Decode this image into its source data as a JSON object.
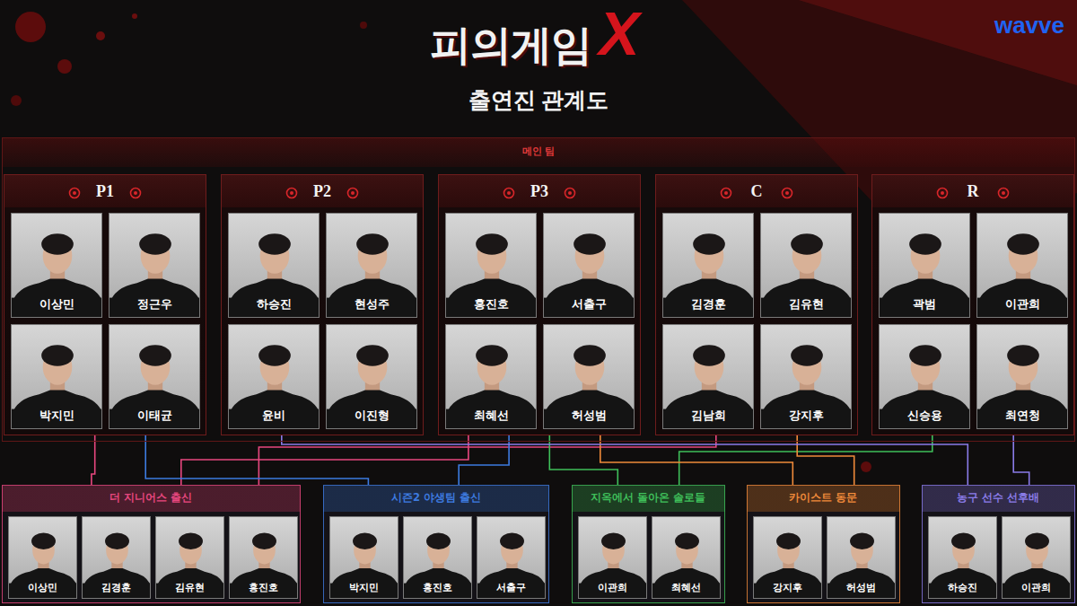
{
  "diagram": {
    "title": "피의게임",
    "nodes": [
      {
        "text": [
          "메인 팀"
        ]
      },
      {
        "text": [
          "P1"
        ],
        "in": 0
      },
      {
        "text": [
          "이상민"
        ],
        "in": 1
      },
      {
        "text": [
          "정근우"
        ],
        "in": 1
      },
      {
        "text": [
          "박지민"
        ],
        "in": 1
      },
      {
        "text": [
          "이태균"
        ],
        "in": 1
      },
      {
        "text": [
          "P2"
        ],
        "in": 0
      },
      {
        "text": [
          "하승진"
        ],
        "in": 6
      },
      {
        "text": [
          "현성주"
        ],
        "in": 6
      },
      {
        "text": [
          "윤비"
        ],
        "in": 6
      },
      {
        "text": [
          "이진형"
        ],
        "in": 6
      },
      {
        "text": [
          "P3"
        ],
        "in": 0
      },
      {
        "text": [
          "홍진호"
        ],
        "in": 11
      },
      {
        "text": [
          "서출구"
        ],
        "in": 11
      },
      {
        "text": [
          "최혜선"
        ],
        "in": 11
      },
      {
        "text": [
          "허성범"
        ],
        "in": 11
      },
      {
        "text": [
          "C"
        ],
        "in": 0
      },
      {
        "text": [
          "김경훈"
        ],
        "in": 16
      },
      {
        "text": [
          "김유현"
        ],
        "in": 16
      },
      {
        "text": [
          "김남희"
        ],
        "in": 16
      },
      {
        "text": [
          "강지후"
        ],
        "in": 16
      },
      {
        "text": [
          "R"
        ],
        "in": 0
      },
      {
        "text": [
          "곽범"
        ],
        "in": 21
      },
      {
        "text": [
          "이관희"
        ],
        "in": 21
      },
      {
        "text": [
          "신승용"
        ],
        "in": 21
      },
      {
        "text": [
          "최연청"
        ],
        "in": 21
      },
      {
        "text": [
          "더 지니어스 출신"
        ]
      },
      {
        "text": [
          "이상민"
        ],
        "in": 26
      },
      {
        "text": [
          "김경훈"
        ],
        "in": 26
      },
      {
        "text": [
          "김유현"
        ],
        "in": 26
      },
      {
        "text": [
          "홍진호"
        ],
        "in": 26
      },
      {
        "text": [
          "시즌2 야생팀 출신"
        ]
      },
      {
        "text": [
          "박지민"
        ],
        "in": 31
      },
      {
        "text": [
          "홍진호"
        ],
        "in": 31
      },
      {
        "text": [
          "서출구"
        ],
        "in": 31
      },
      {
        "text": [
          "지옥에서 돌아온 솔로들"
        ]
      },
      {
        "text": [
          "이관희"
        ],
        "in": 35
      },
      {
        "text": [
          "최혜선"
        ],
        "in": 35
      },
      {
        "text": [
          "카이스트 동문"
        ]
      },
      {
        "text": [
          "강지후"
        ],
        "in": 38
      },
      {
        "text": [
          "허성범"
        ],
        "in": 38
      },
      {
        "text": [
          "농구 선수 선후배"
        ]
      },
      {
        "text": [
          "하승진"
        ],
        "in": 41
      },
      {
        "text": [
          "이관희"
        ],
        "in": 41
      }
    ],
    "edges": [
      {
        "from": 1,
        "to": 26,
        "arrow": "none"
      },
      {
        "from": 11,
        "to": 26,
        "arrow": "none"
      },
      {
        "from": 16,
        "to": 26,
        "arrow": "none"
      },
      {
        "from": 1,
        "to": 31,
        "arrow": "none"
      },
      {
        "from": 11,
        "to": 31,
        "arrow": "none"
      },
      {
        "from": 21,
        "to": 35,
        "arrow": "none"
      },
      {
        "from": 11,
        "to": 35,
        "arrow": "none"
      },
      {
        "from": 16,
        "to": 38,
        "arrow": "none"
      },
      {
        "from": 11,
        "to": 38,
        "arrow": "none"
      },
      {
        "from": 6,
        "to": 41,
        "arrow": "none"
      },
      {
        "from": 21,
        "to": 41,
        "arrow": "none"
      }
    ],
    "labels": [
      "X",
      "출연진 관계도",
      "wavve"
    ]
  }
}
